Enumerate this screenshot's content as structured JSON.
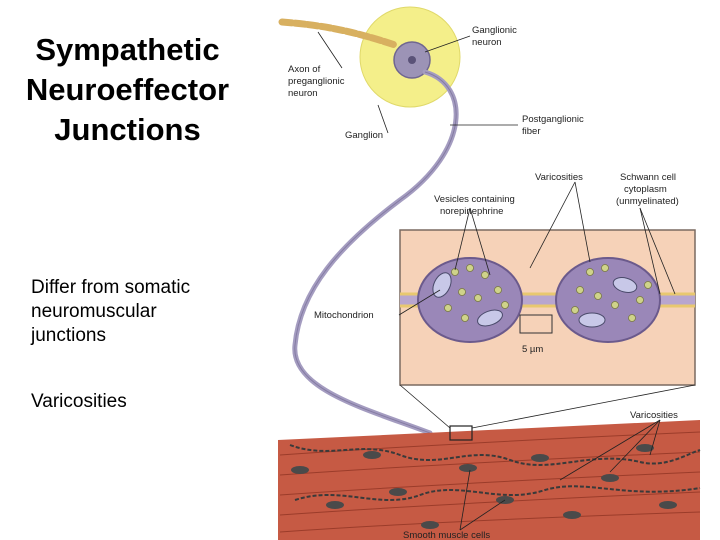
{
  "slide": {
    "title_lines": [
      "Sympathetic",
      "Neuroeffector",
      "Junctions"
    ],
    "bullets": [
      {
        "lines": [
          "Differ from somatic",
          "neuromuscular",
          "junctions"
        ]
      },
      {
        "lines": [
          "Varicosities"
        ]
      }
    ]
  },
  "figure": {
    "labels": {
      "ganglionic_neuron": [
        "Ganglionic",
        "neuron"
      ],
      "preganglionic_axon": [
        "Axon of",
        "preganglionic",
        "neuron"
      ],
      "ganglion": "Ganglion",
      "postganglionic_fiber": [
        "Postganglionic",
        "fiber"
      ],
      "varicosities_top": "Varicosities",
      "schwann_cell": [
        "Schwann cell",
        "cytoplasm",
        "(unmyelinated)"
      ],
      "vesicles": [
        "Vesicles containing",
        "norepinephrine"
      ],
      "mitochondrion": "Mitochondrion",
      "scale": "5 µm",
      "varicosities_bottom": "Varicosities",
      "smooth_muscle": "Smooth muscle cells"
    },
    "colors": {
      "ganglion_fill": "#f4ef8a",
      "neuron_fill": "#9c93b6",
      "varicosity_fill": "#9a87b8",
      "inset_bg": "#f6d2b8",
      "muscle_fill": "#c65a44",
      "nucleus_fill": "#4a4a4a",
      "vesicle_fill": "#cfd38a"
    }
  }
}
